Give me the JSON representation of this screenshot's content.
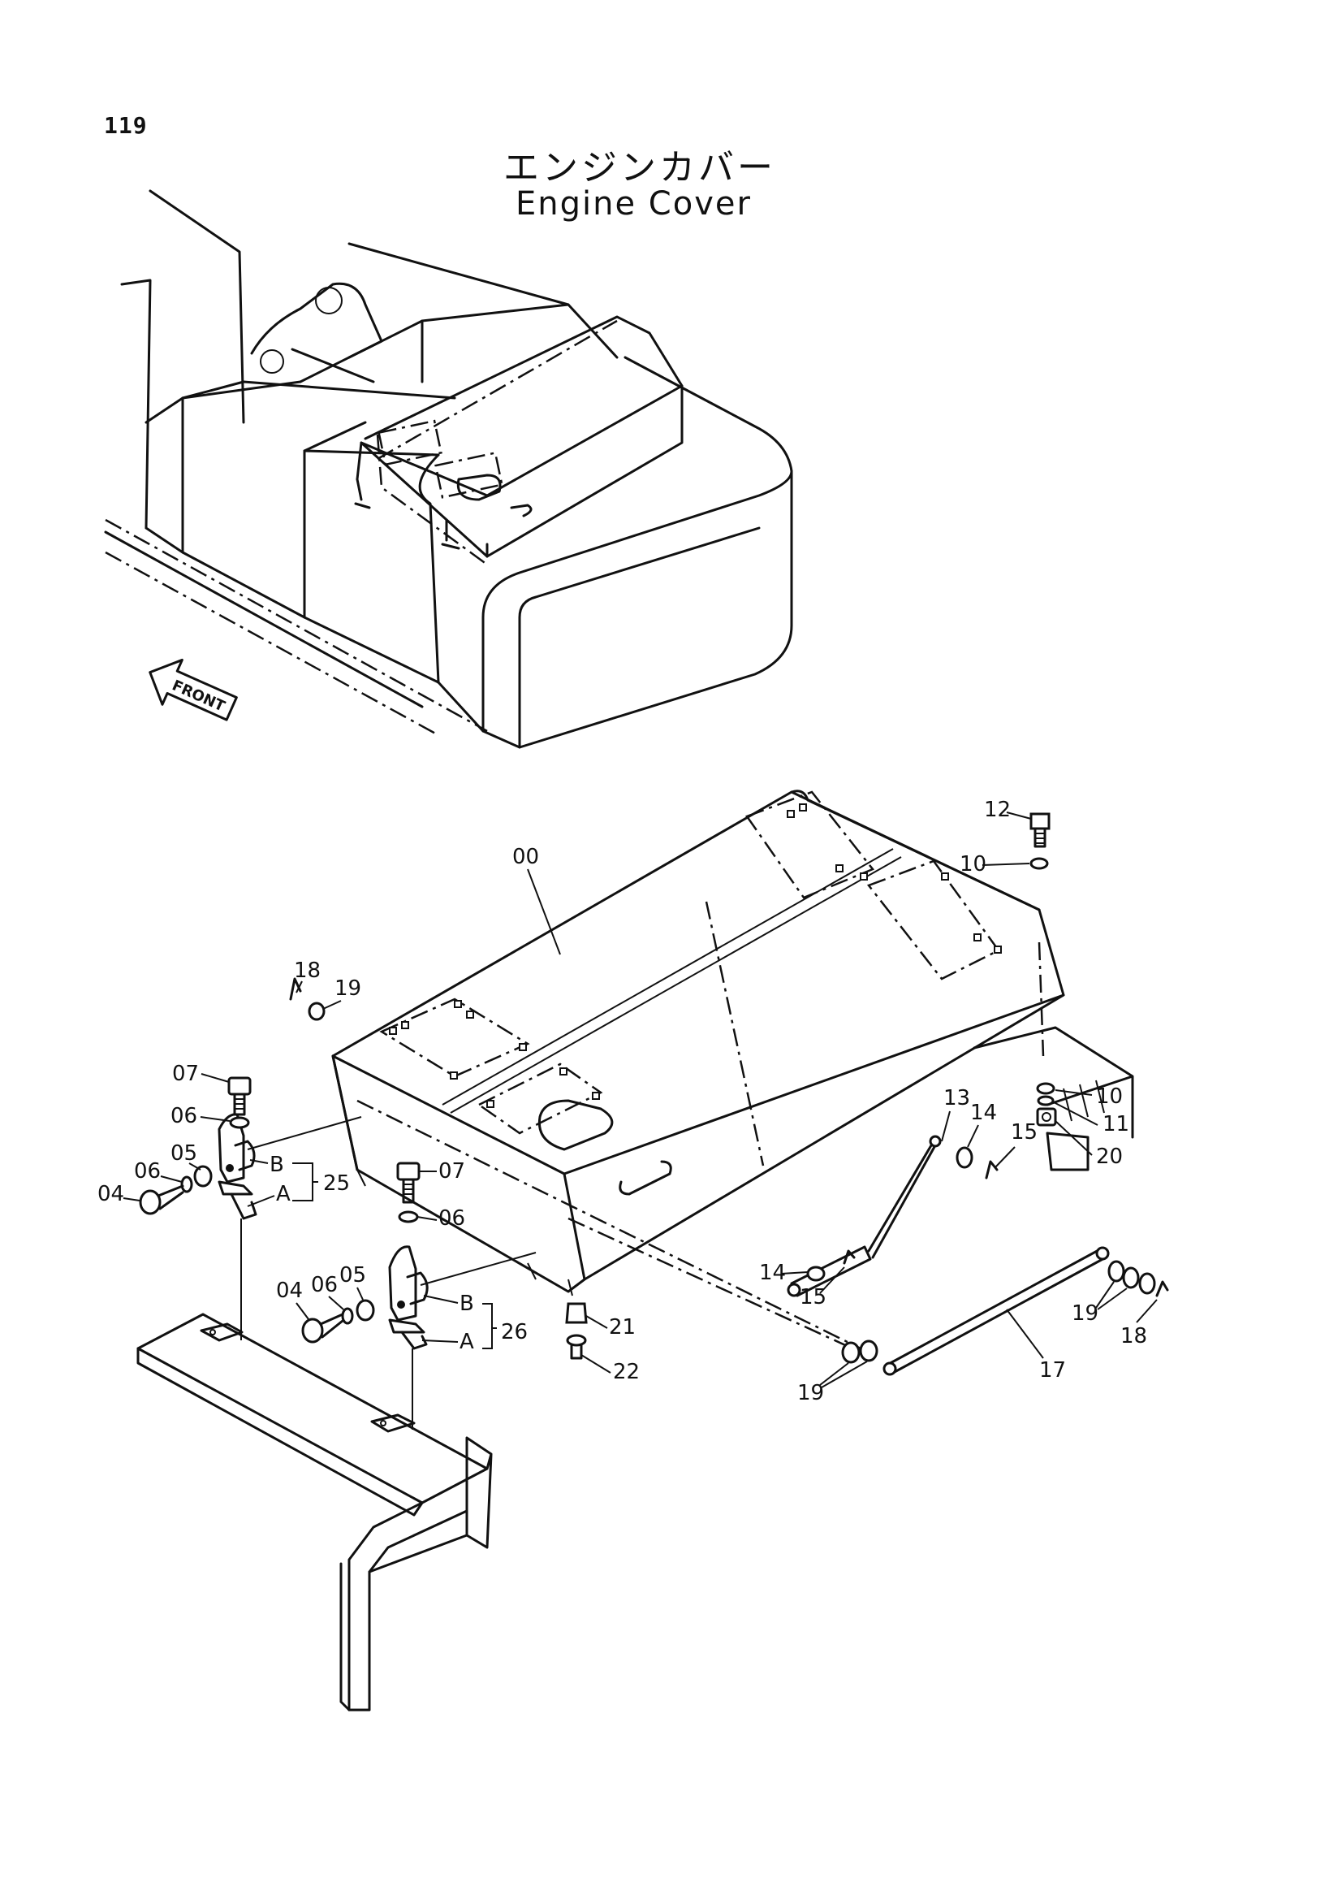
{
  "page_number": "119",
  "title_jp": "エンジンカバー",
  "title_en": "Engine Cover",
  "front_label": "FRONT",
  "callouts": {
    "c00": "00",
    "c04a": "04",
    "c04b": "04",
    "c05a": "05",
    "c05b": "05",
    "c06a": "06",
    "c06b": "06",
    "c06c": "06",
    "c06d": "06",
    "c07a": "07",
    "c07b": "07",
    "c10a": "10",
    "c10b": "10",
    "c11": "11",
    "c12": "12",
    "c13": "13",
    "c14a": "14",
    "c14b": "14",
    "c15a": "15",
    "c15b": "15",
    "c17": "17",
    "c18a": "18",
    "c18b": "18",
    "c19a": "19",
    "c19b": "19",
    "c19c": "19",
    "c20": "20",
    "c21": "21",
    "c22": "22",
    "c25": "25",
    "c26": "26",
    "ca1": "A",
    "ca2": "A",
    "cb1": "B",
    "cb2": "B"
  }
}
